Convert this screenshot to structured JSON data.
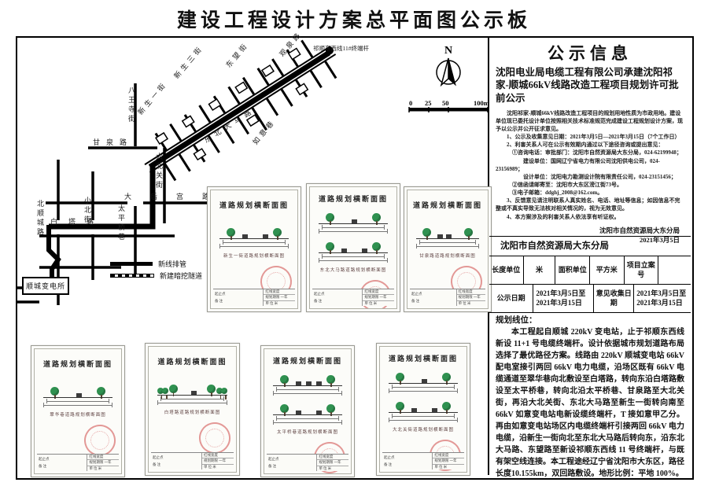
{
  "page": {
    "title": "建设工程设计方案总平面图公示板"
  },
  "notice": {
    "title": "公示信息",
    "subtitle": "沈阳电业局电缆工程有限公司承建沈阳祁家-顺城66kV线路改造工程项目规划许可批前公示",
    "paragraphs": [
      "沈阳祁家-顺城66kV线路改造工程项目的规划用地性质为市政用地。建设单位现已委托设计单位按照相关技术标准规范完成建设工程规划设计方案，现予以公示并公开征求意见。",
      "1、公示及收集意见日期：2021年3月5日—2021年3月15日（7个工作日）",
      "2、利害关系人可在公示有效期内通过以下途径咨询或提出意见：",
      "①咨询电话：审批部门：沈阳市自然资源局大东分局，024-62199948；",
      "建设单位：国网辽宁省电力有限公司沈阳供电公司，024-23156989；",
      "设计单位：沈阳电力勘测设计院有限责任公司，024-23151456；",
      "②信函请邮寄至：沈阳市大东区滂江街73号。",
      "③电子邮箱：ddghj_2008@162.com。",
      "3、反馈意见请注明联系人真实姓名、电话、地址等信息；如因信息不完整或不真实导致无法核对相关情况的，视为无效意见。",
      "4、本方案涉及的利害关系人依法享有听证权。"
    ],
    "sign_org": "沈阳市自然资源局大东分局",
    "sign_date": "2021年3月5日"
  },
  "bureau_table": {
    "header": "沈阳市自然资源局大东分局",
    "r1c1": "长度单位",
    "r1c2": "米",
    "r1c3": "面积单位",
    "r1c4": "平方米",
    "r1c5": "项目立案号",
    "r1c6": "",
    "r2c1": "公示日期",
    "r2c2": "2021年3月5日至2021年3月15日",
    "r2c3": "意见收集日期",
    "r2c4": "2021年3月5日至2021年3月15日"
  },
  "route_description": {
    "label": "规划线位：",
    "text": "本工程起自顺城 220kV 变电站，止于祁顺东西线新设 11+1 号电缆终端杆。设计依据城市规划道路布局选择了最优路径方案。线路由 220kV 顺城变电站 66kV 配电室接引两回 66kV 电力电缆，沿场区既有 66kV 电缆通道至翠华巷向北敷设至白塔路，转向东沿白塔路敷设至太平桥巷，转向北沿太平桥巷、甘泉路至大北关街，再沿大北关街、东北大马路至新生一街转向南至 66kV 如意变电站电新设缆终端杆，T 接如意甲乙分。再由如意变电站场区内电缆终端杆引接两回 66kV 电力电缆，沿新生一街向北至东北大马路后转向东，沿东北大马路、东望路至新设祁顺东西线 11 号终端杆，与既有架空线连接。本工程途经辽宁省沈阳市大东区，路径长度10.155km，双回路敷设。地形比例：平地 100%。"
  },
  "map": {
    "terminal_label": "祁顺东西线11#终端杆",
    "substation_label": "顺城变电所",
    "legend1": "新线排管",
    "legend2": "新建暗挖隧道",
    "compass_label": "N",
    "scale": {
      "s0": "0",
      "s25": "25",
      "s50": "50",
      "s100": "100m"
    },
    "streets": [
      {
        "label": "观泉路"
      },
      {
        "label": "东望街"
      },
      {
        "label": "新生三街"
      },
      {
        "label": "新生一街"
      },
      {
        "label": "如意巷"
      },
      {
        "label": "东北大马路"
      },
      {
        "label": "八王寺街"
      },
      {
        "label": "甘泉路"
      },
      {
        "label": "大北关街"
      },
      {
        "label": "太平桥巷"
      },
      {
        "label": "小北街"
      },
      {
        "label": "北顺城路"
      },
      {
        "label": "白塔路"
      },
      {
        "label": "大后宫路"
      }
    ]
  },
  "panels_common": {
    "title": "道路规划横断面图",
    "table_l1": "起止点",
    "table_l2": "备 注",
    "table_r1": "红线宽度",
    "table_r2": "规划期限  一年",
    "table_r3": "单  位   米"
  },
  "panels": [
    {
      "caption": "新生一街道路规划横断面图"
    },
    {
      "caption": "东北大马路道路规划横断面图"
    },
    {
      "caption": "甘泉路道路规划横断面图"
    },
    {
      "caption": "翠华巷道路规划横断面图"
    },
    {
      "caption": "白塔路道路规划横断面图"
    },
    {
      "caption": "太平桥巷道路规划横断面图"
    },
    {
      "caption": "大北关街道路规划横断面图"
    }
  ]
}
